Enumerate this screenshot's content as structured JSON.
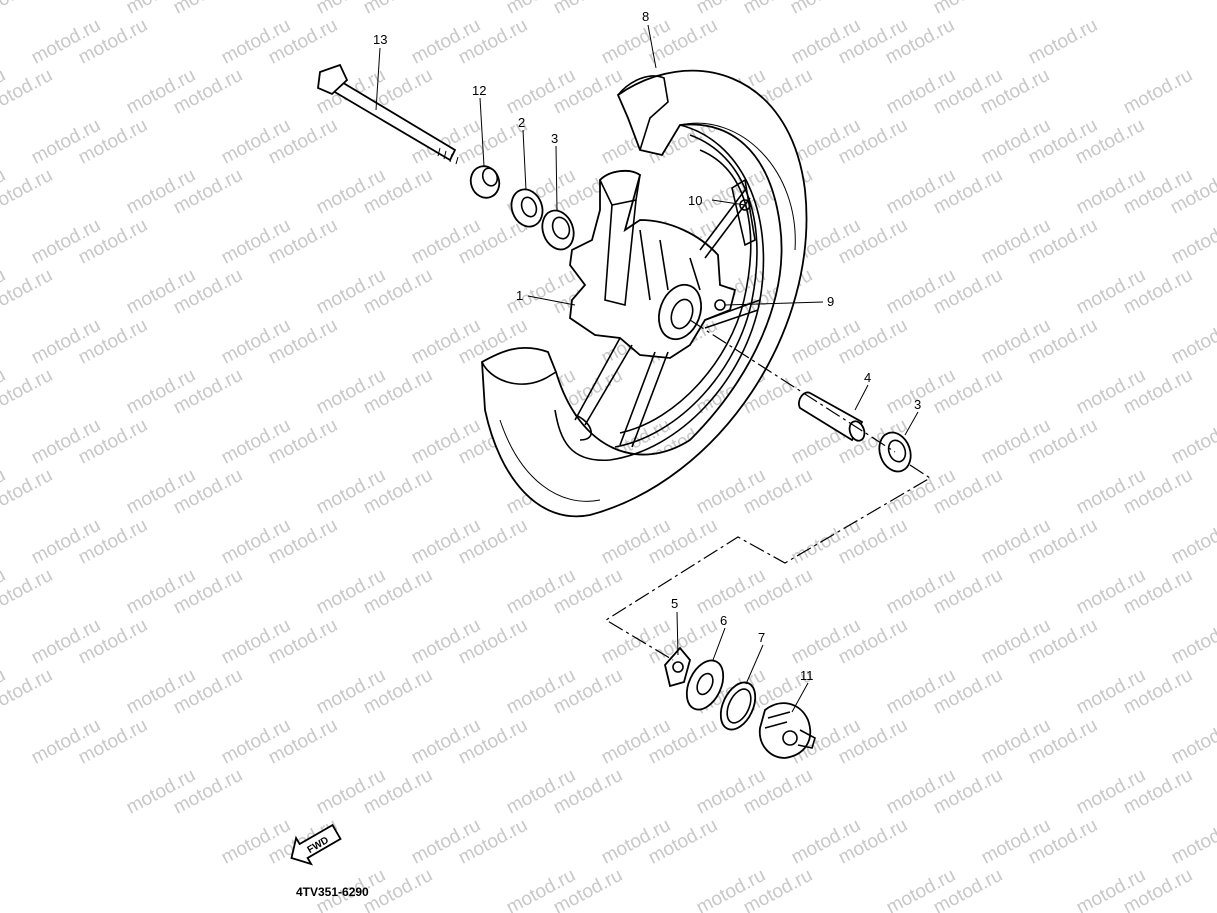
{
  "watermark": {
    "text": "motod.ru",
    "color": "#c8c8c8"
  },
  "callouts": [
    {
      "id": "13",
      "label": "13"
    },
    {
      "id": "12",
      "label": "12"
    },
    {
      "id": "2",
      "label": "2"
    },
    {
      "id": "3a",
      "label": "3"
    },
    {
      "id": "8",
      "label": "8"
    },
    {
      "id": "10",
      "label": "10"
    },
    {
      "id": "1",
      "label": "1"
    },
    {
      "id": "9",
      "label": "9"
    },
    {
      "id": "4",
      "label": "4"
    },
    {
      "id": "3b",
      "label": "3"
    },
    {
      "id": "5",
      "label": "5"
    },
    {
      "id": "6",
      "label": "6"
    },
    {
      "id": "7",
      "label": "7"
    },
    {
      "id": "11",
      "label": "11"
    }
  ],
  "direction_badge": {
    "label": "FWD",
    "icon": "fwd-arrow-icon"
  },
  "diagram_code": "4TV351-6290"
}
